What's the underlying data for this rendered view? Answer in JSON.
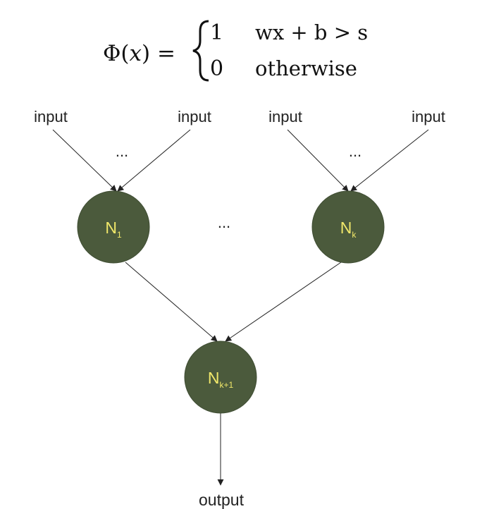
{
  "formula": {
    "lhs_func": "Φ(",
    "lhs_var": "x",
    "lhs_close": ") =",
    "case1_value": "1",
    "case1_condition": "wx + b > s",
    "case2_value": "0",
    "case2_condition": "otherwise"
  },
  "inputs": {
    "input_1": "input",
    "input_2": "input",
    "input_3": "input",
    "input_4": "input"
  },
  "ellipses": {
    "left_inputs": "...",
    "right_inputs": "...",
    "middle_nodes": "..."
  },
  "nodes": {
    "n1": {
      "base": "N",
      "sub": "1"
    },
    "nk": {
      "base": "N",
      "sub": "k"
    },
    "nk1": {
      "base": "N",
      "sub": "k+1"
    }
  },
  "output_label": "output",
  "colors": {
    "node_fill": "#4b5a3c",
    "node_label": "#f1e86a",
    "edge": "#222222"
  }
}
